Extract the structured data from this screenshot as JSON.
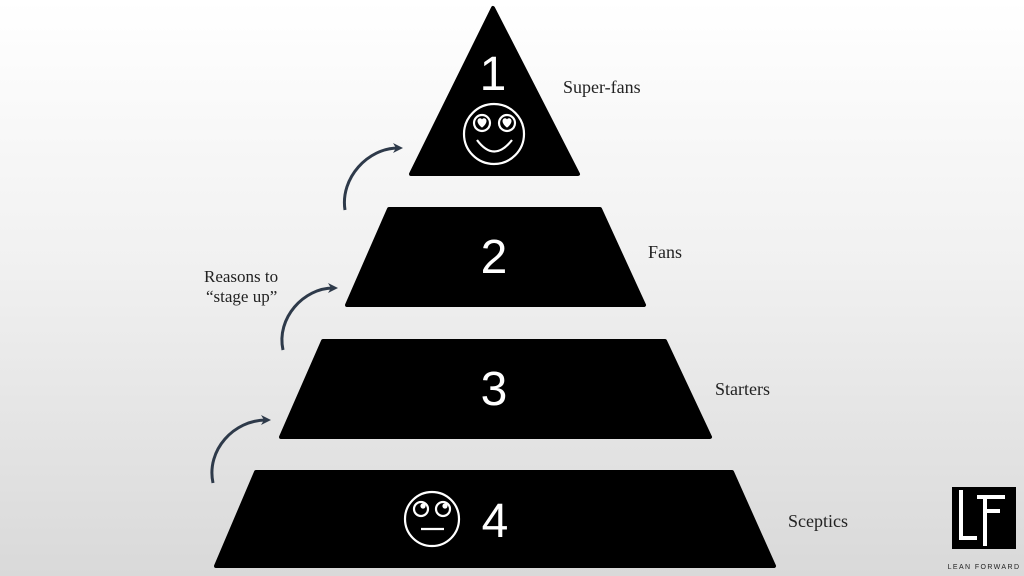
{
  "pyramid": {
    "levels": [
      {
        "number": "1",
        "label": "Super-fans"
      },
      {
        "number": "2",
        "label": "Fans"
      },
      {
        "number": "3",
        "label": "Starters"
      },
      {
        "number": "4",
        "label": "Sceptics"
      }
    ],
    "note_line1": "Reasons to",
    "note_line2": "“stage up”"
  },
  "icons": {
    "top": "heart-eyes-smiley-icon",
    "bottom": "neutral-face-icon",
    "arrows": "curved-up-arrow-icon"
  },
  "logo": {
    "text": "LEAN FORWARD"
  },
  "colors": {
    "shape": "#000000",
    "arrow": "#2e3a4a",
    "text": "#222222"
  }
}
